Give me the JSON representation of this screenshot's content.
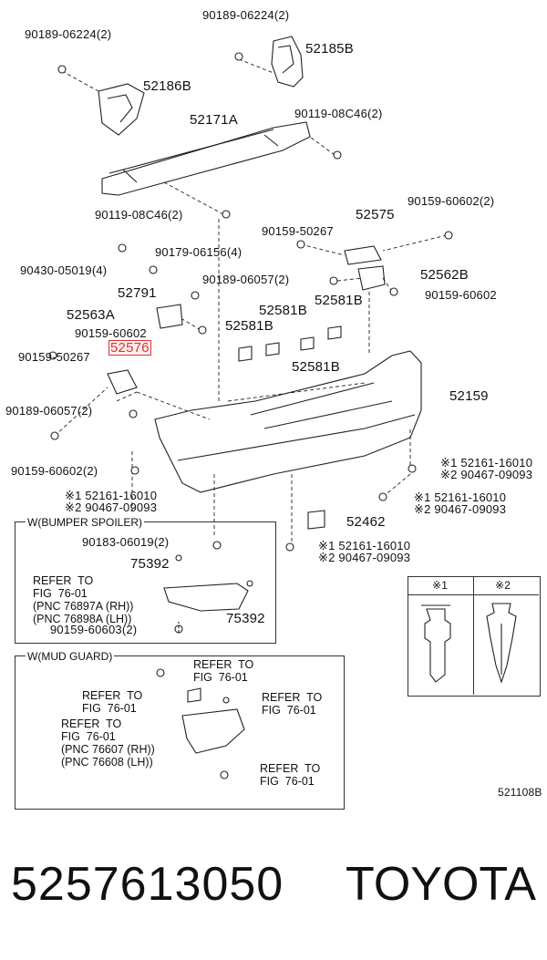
{
  "labels": {
    "l_90189_06224_top": "90189-06224(2)",
    "l_52185b": "52185B",
    "l_90189_06224_left": "90189-06224(2)",
    "l_52186b": "52186B",
    "l_52171a": "52171A",
    "l_90119_08c46_r": "90119-08C46(2)",
    "l_90159_60602_a": "90159-60602(2)",
    "l_90119_08c46_l": "90119-08C46(2)",
    "l_90159_50267_a": "90159-50267",
    "l_52575": "52575",
    "l_90179_06156": "90179-06156(4)",
    "l_90430_05019": "90430-05019(4)",
    "l_90189_06057_a": "90189-06057(2)",
    "l_52562b": "52562B",
    "l_52791": "52791",
    "l_90159_60602_b": "90159-60602",
    "l_52563a": "52563A",
    "l_52581b_1": "52581B",
    "l_52581b_2": "52581B",
    "l_90159_60602_c": "90159-60602",
    "l_52581b_3": "52581B",
    "l_52576": "52576",
    "l_90159_50267_b": "90159-50267",
    "l_52581b_4": "52581B",
    "l_52159": "52159",
    "l_90189_06057_b": "90189-06057(2)",
    "l_52161_16010_a": "※1 52161-16010",
    "l_90467_09093_a": "※2 90467-09093",
    "l_90159_60602_d": "90159-60602(2)",
    "l_52161_16010_b": "※1 52161-16010",
    "l_90467_09093_b": "※2 90467-09093",
    "l_52161_16010_c": "※1 52161-16010",
    "l_90467_09093_c": "※2 90467-09093",
    "l_52462": "52462",
    "l_52161_16010_d": "※1 52161-16010",
    "l_90467_09093_d": "※2 90467-09093"
  },
  "spoiler_box": {
    "title": "W(BUMPER SPOILER)",
    "l_90183_06019": "90183-06019(2)",
    "l_75392_a": "75392",
    "l_75392_b": "75392",
    "ref": "REFER  TO\nFIG  76-01\n(PNC 76897A (RH))\n(PNC 76898A (LH))",
    "l_90159_60603": "90159-60603(2)"
  },
  "legend": {
    "col1": "※1",
    "col2": "※2"
  },
  "mudguard_box": {
    "title": "W(MUD GUARD)",
    "ref1": "REFER  TO\nFIG  76-01",
    "ref2": "REFER  TO\nFIG  76-01",
    "ref3": "REFER  TO\nFIG  76-01",
    "ref4": "REFER  TO\nFIG  76-01\n(PNC 76607 (RH))\n(PNC 76608 (LH))",
    "ref5": "REFER  TO\nFIG  76-01"
  },
  "diagram_id": "521108B",
  "footer": {
    "part_number": "5257613050",
    "brand": "TOYOTA"
  }
}
